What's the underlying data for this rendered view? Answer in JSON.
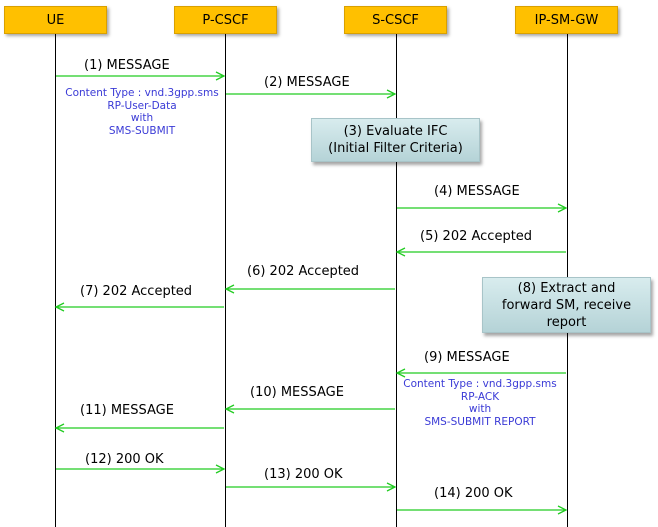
{
  "entities": [
    "UE",
    "P-CSCF",
    "S-CSCF",
    "IP-SM-GW"
  ],
  "messages": {
    "m1": "(1) MESSAGE",
    "m2": "(2) MESSAGE",
    "m4": "(4) MESSAGE",
    "m5": "(5) 202 Accepted",
    "m6": "(6) 202 Accepted",
    "m7": "(7) 202 Accepted",
    "m9": "(9) MESSAGE",
    "m10": "(10) MESSAGE",
    "m11": "(11) MESSAGE",
    "m12": "(12) 200 OK",
    "m13": "(13) 200 OK",
    "m14": "(14) 200 OK"
  },
  "processes": {
    "p3": [
      "(3) Evaluate IFC",
      "(Initial Filter Criteria)"
    ],
    "p8": [
      "(8) Extract and",
      "forward SM, receive",
      "report"
    ]
  },
  "notes": {
    "n1": [
      "Content Type : vnd.3gpp.sms",
      "RP-User-Data",
      "with",
      "SMS-SUBMIT"
    ],
    "n2": [
      "Content Type : vnd.3gpp.sms",
      "RP-ACK",
      "with",
      "SMS-SUBMIT REPORT"
    ]
  },
  "colors": {
    "entity": "#ffc000",
    "arrow": "#22cc22",
    "note_text": "#3a3ad6"
  }
}
